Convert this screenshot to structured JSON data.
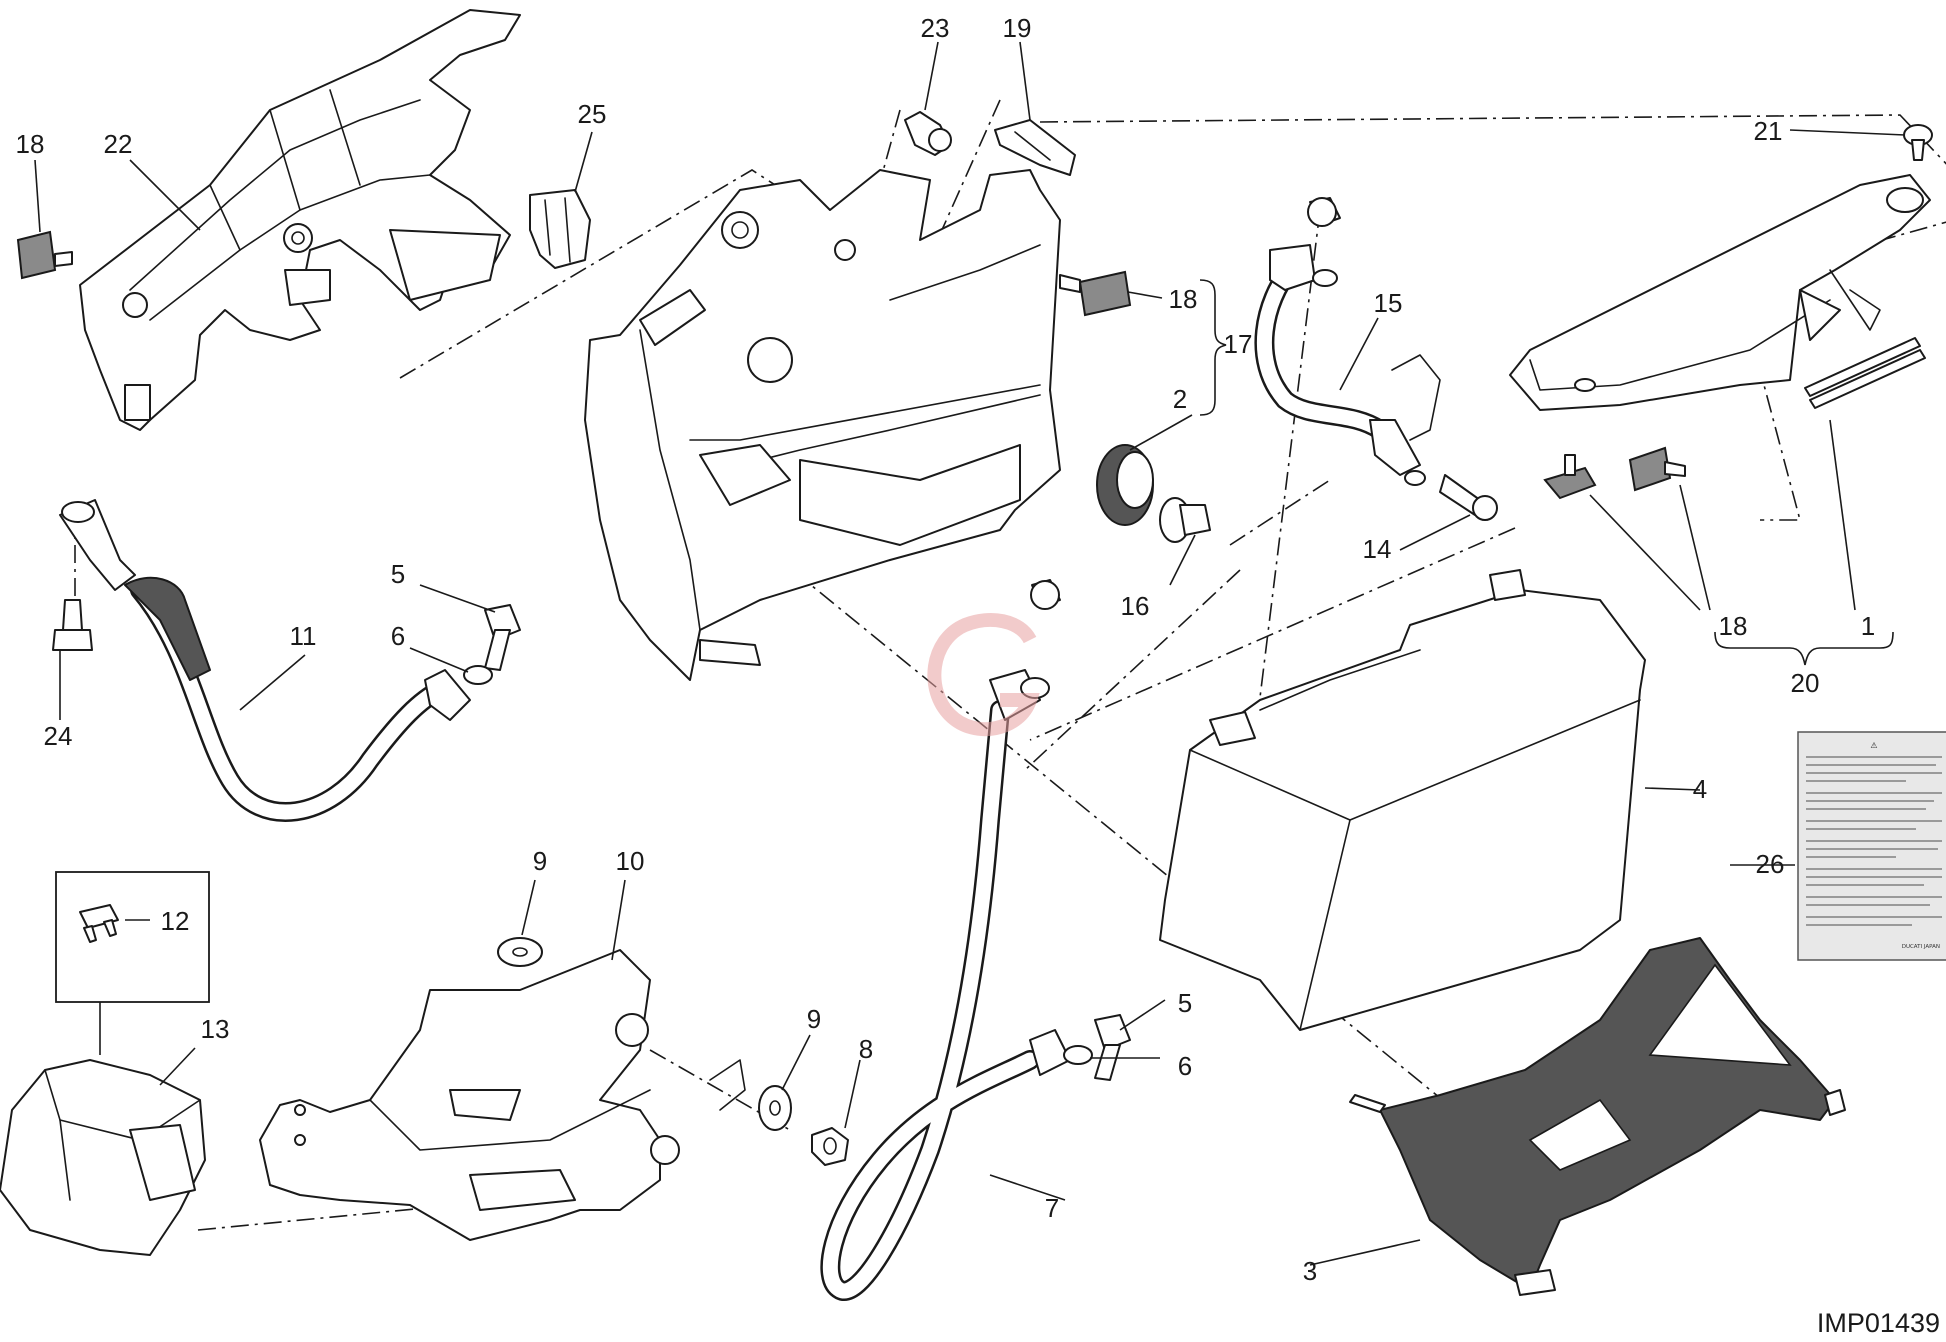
{
  "diagram_code": "IMP01439",
  "callouts": [
    {
      "id": "c1",
      "text": "1"
    },
    {
      "id": "c2",
      "text": "2"
    },
    {
      "id": "c3",
      "text": "3"
    },
    {
      "id": "c4",
      "text": "4"
    },
    {
      "id": "c5a",
      "text": "5"
    },
    {
      "id": "c5b",
      "text": "5"
    },
    {
      "id": "c6a",
      "text": "6"
    },
    {
      "id": "c6b",
      "text": "6"
    },
    {
      "id": "c7",
      "text": "7"
    },
    {
      "id": "c8",
      "text": "8"
    },
    {
      "id": "c9a",
      "text": "9"
    },
    {
      "id": "c9b",
      "text": "9"
    },
    {
      "id": "c10",
      "text": "10"
    },
    {
      "id": "c11",
      "text": "11"
    },
    {
      "id": "c12",
      "text": "12"
    },
    {
      "id": "c13",
      "text": "13"
    },
    {
      "id": "c14",
      "text": "14"
    },
    {
      "id": "c15",
      "text": "15"
    },
    {
      "id": "c16",
      "text": "16"
    },
    {
      "id": "c17",
      "text": "17"
    },
    {
      "id": "c18a",
      "text": "18"
    },
    {
      "id": "c18b",
      "text": "18"
    },
    {
      "id": "c18c",
      "text": "18"
    },
    {
      "id": "c19",
      "text": "19"
    },
    {
      "id": "c20",
      "text": "20"
    },
    {
      "id": "c21",
      "text": "21"
    },
    {
      "id": "c22",
      "text": "22"
    },
    {
      "id": "c23",
      "text": "23"
    },
    {
      "id": "c24",
      "text": "24"
    },
    {
      "id": "c25",
      "text": "25"
    },
    {
      "id": "c26",
      "text": "26"
    }
  ],
  "warning_label": {
    "brand": "DUCATI JAPAN"
  }
}
